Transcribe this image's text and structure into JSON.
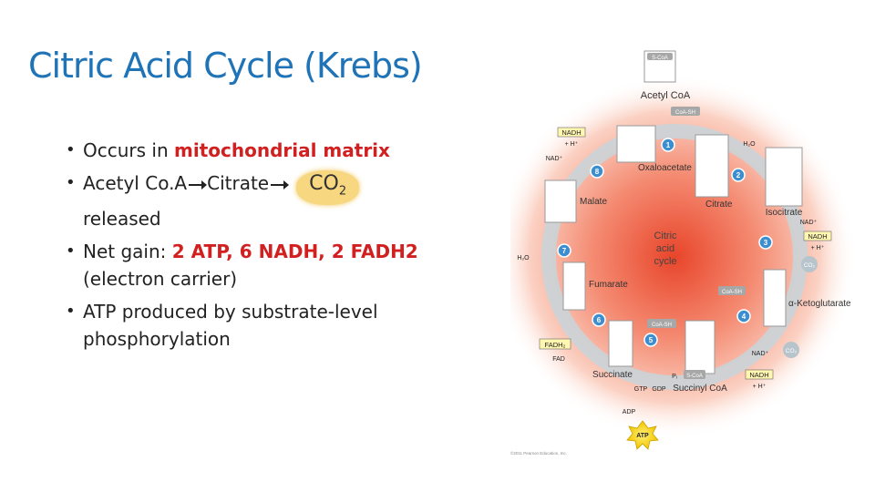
{
  "slide": {
    "title": "Citric Acid Cycle (Krebs)",
    "bullets": [
      {
        "pre": "Occurs in ",
        "highlight": "mitochondrial matrix",
        "post": ""
      },
      {
        "part1": "Acetyl Co.A",
        "part2": "Citrate",
        "part3": "released",
        "cloud_main": "CO",
        "cloud_sub": "2"
      },
      {
        "pre": "Net gain: ",
        "highlight": "2 ATP, 6 NADH, 2 FADH2",
        "post": " (electron carrier)"
      },
      {
        "text": "ATP produced by substrate-level phosphorylation"
      }
    ],
    "highlight_color": "#d21f1f",
    "title_color": "#1f73b7"
  },
  "diagram": {
    "center_label_1": "Citric",
    "center_label_2": "acid",
    "center_label_3": "cycle",
    "top_cap": "S-CoA",
    "metabolites": [
      "Acetyl CoA",
      "Oxaloacetate",
      "Citrate",
      "Isocitrate",
      "α-Ketoglutarate",
      "Succinyl CoA",
      "Succinate",
      "Fumarate",
      "Malate"
    ],
    "steps": [
      "1",
      "2",
      "3",
      "4",
      "5",
      "6",
      "7",
      "8"
    ],
    "cofactors": {
      "coash_top": "CoA-SH",
      "nadh_left": "NADH",
      "h_left": "+ H⁺",
      "nad_left": "NAD⁺",
      "h2o_top": "H₂O",
      "nad_right": "NAD⁺",
      "nadh_right": "NADH",
      "h_right": "+ H⁺",
      "co2_1": "CO₂",
      "coash_right": "CoA-SH",
      "nad_low": "NAD⁺",
      "co2_2": "CO₂",
      "nadh_low": "NADH",
      "h_low": "+ H⁺",
      "coash_bottom": "CoA-SH",
      "pi": "Pᵢ",
      "scoa": "S-CoA",
      "gtp": "GTP",
      "gdp": "GDP",
      "adp": "ADP",
      "atp": "ATP",
      "fadh2": "FADH₂",
      "fad": "FAD",
      "h2o_left": "H₂O"
    },
    "copyright": "©2011 Pearson Education, Inc."
  }
}
